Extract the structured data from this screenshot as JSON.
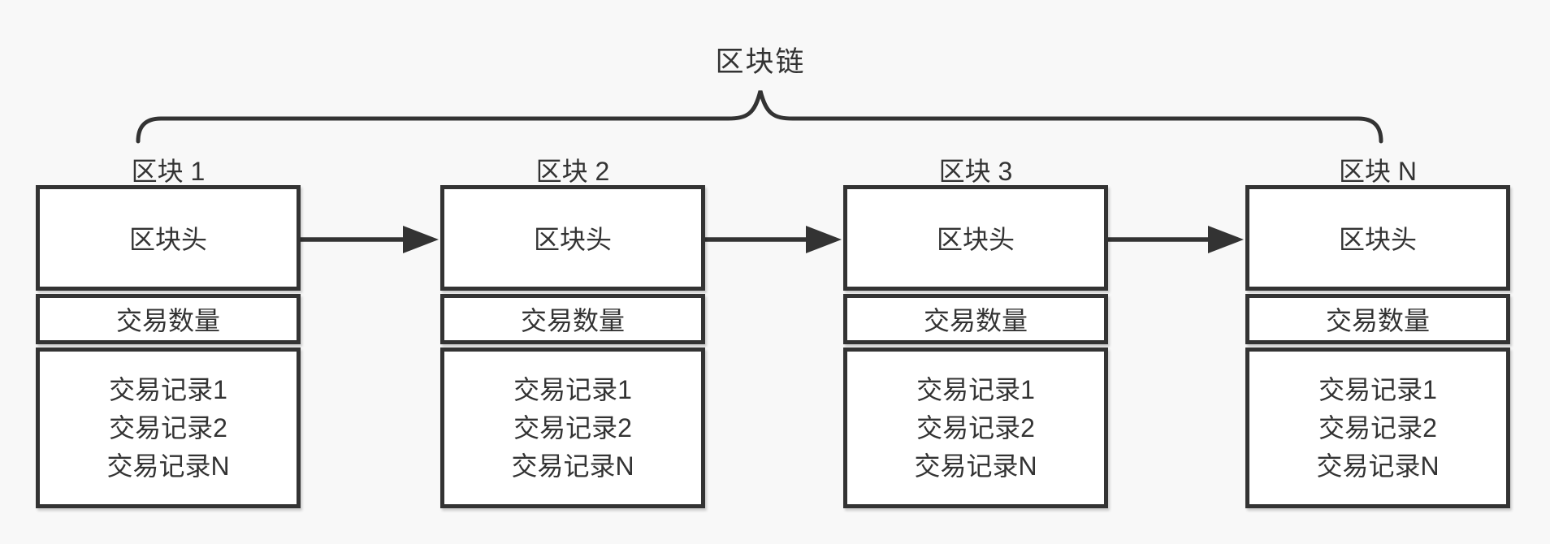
{
  "diagram": {
    "title": "区块链",
    "blocks": [
      {
        "label": "区块 1",
        "header": "区块头",
        "tx_count": "交易数量",
        "records": [
          "交易记录1",
          "交易记录2",
          "交易记录N"
        ]
      },
      {
        "label": "区块 2",
        "header": "区块头",
        "tx_count": "交易数量",
        "records": [
          "交易记录1",
          "交易记录2",
          "交易记录N"
        ]
      },
      {
        "label": "区块 3",
        "header": "区块头",
        "tx_count": "交易数量",
        "records": [
          "交易记录1",
          "交易记录2",
          "交易记录N"
        ]
      },
      {
        "label": "区块 N",
        "header": "区块头",
        "tx_count": "交易数量",
        "records": [
          "交易记录1",
          "交易记录2",
          "交易记录N"
        ]
      }
    ]
  },
  "colors": {
    "stroke": "#333333",
    "text": "#333333",
    "box_fill": "#ffffff",
    "background": "#f8f8f8"
  }
}
